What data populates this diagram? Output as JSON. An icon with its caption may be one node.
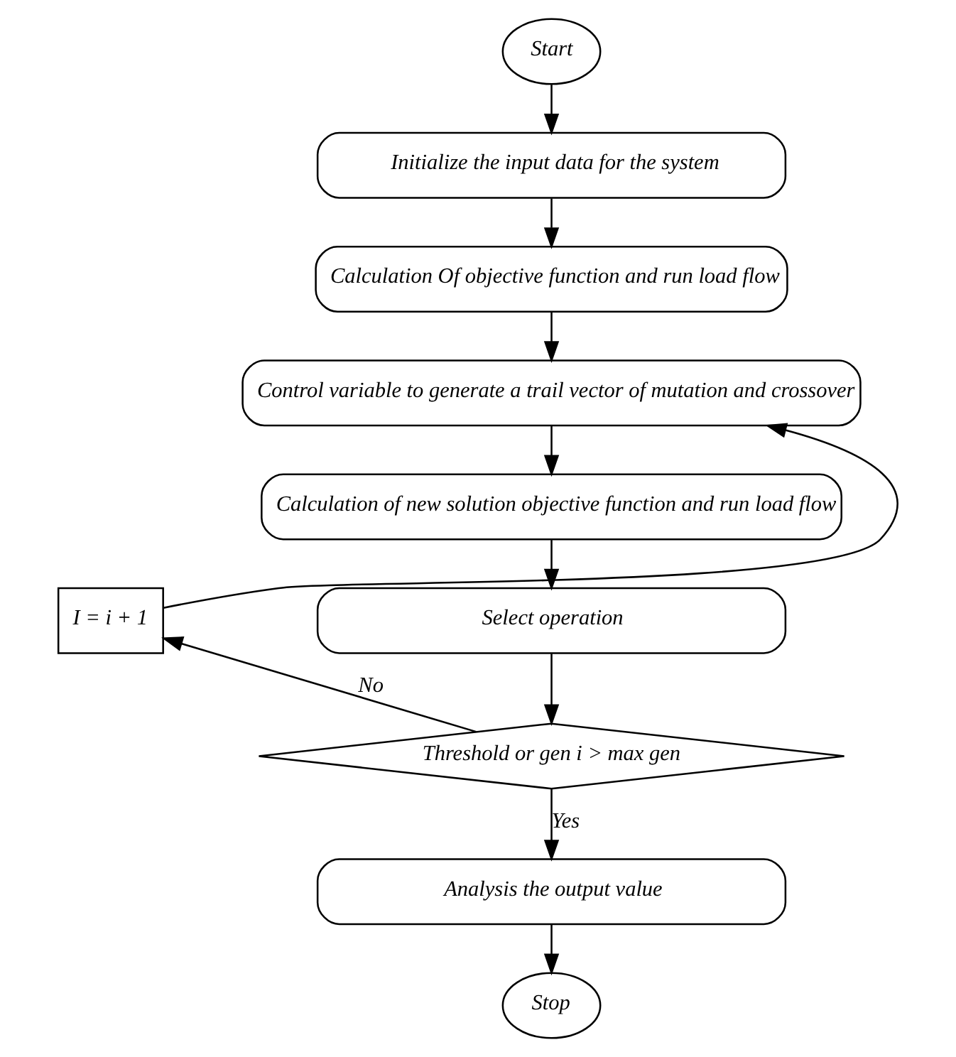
{
  "diagram": {
    "nodes": [
      {
        "text": [
          "Start"
        ]
      },
      {
        "text": [
          "Initialize the input data for the system"
        ]
      },
      {
        "text": [
          "Calculation Of objective function and run load flow"
        ]
      },
      {
        "text": [
          "Control variable to generate a trail vector of mutation and crossover"
        ]
      },
      {
        "text": [
          "Calculation of new solution objective function and run load flow"
        ]
      },
      {
        "text": [
          "Select operation"
        ]
      },
      {
        "text": [
          "Threshold or gen i > max gen"
        ]
      },
      {
        "text": [
          "Analysis the output value"
        ]
      },
      {
        "text": [
          "Stop"
        ]
      },
      {
        "text": [
          "I = i + 1"
        ]
      }
    ],
    "edges": [
      {
        "from": 0,
        "to": 1,
        "arrow": "to"
      },
      {
        "from": 1,
        "to": 2,
        "arrow": "to"
      },
      {
        "from": 2,
        "to": 3,
        "arrow": "to"
      },
      {
        "from": 3,
        "to": 4,
        "arrow": "to"
      },
      {
        "from": 4,
        "to": 5,
        "arrow": "to"
      },
      {
        "from": 5,
        "to": 6,
        "arrow": "to"
      },
      {
        "from": 6,
        "to": 7,
        "arrow": "to",
        "label": "Yes"
      },
      {
        "from": 6,
        "to": 9,
        "arrow": "to",
        "label": "No"
      },
      {
        "from": 9,
        "to": 3,
        "arrow": "to"
      },
      {
        "from": 7,
        "to": 8,
        "arrow": "to"
      }
    ]
  }
}
